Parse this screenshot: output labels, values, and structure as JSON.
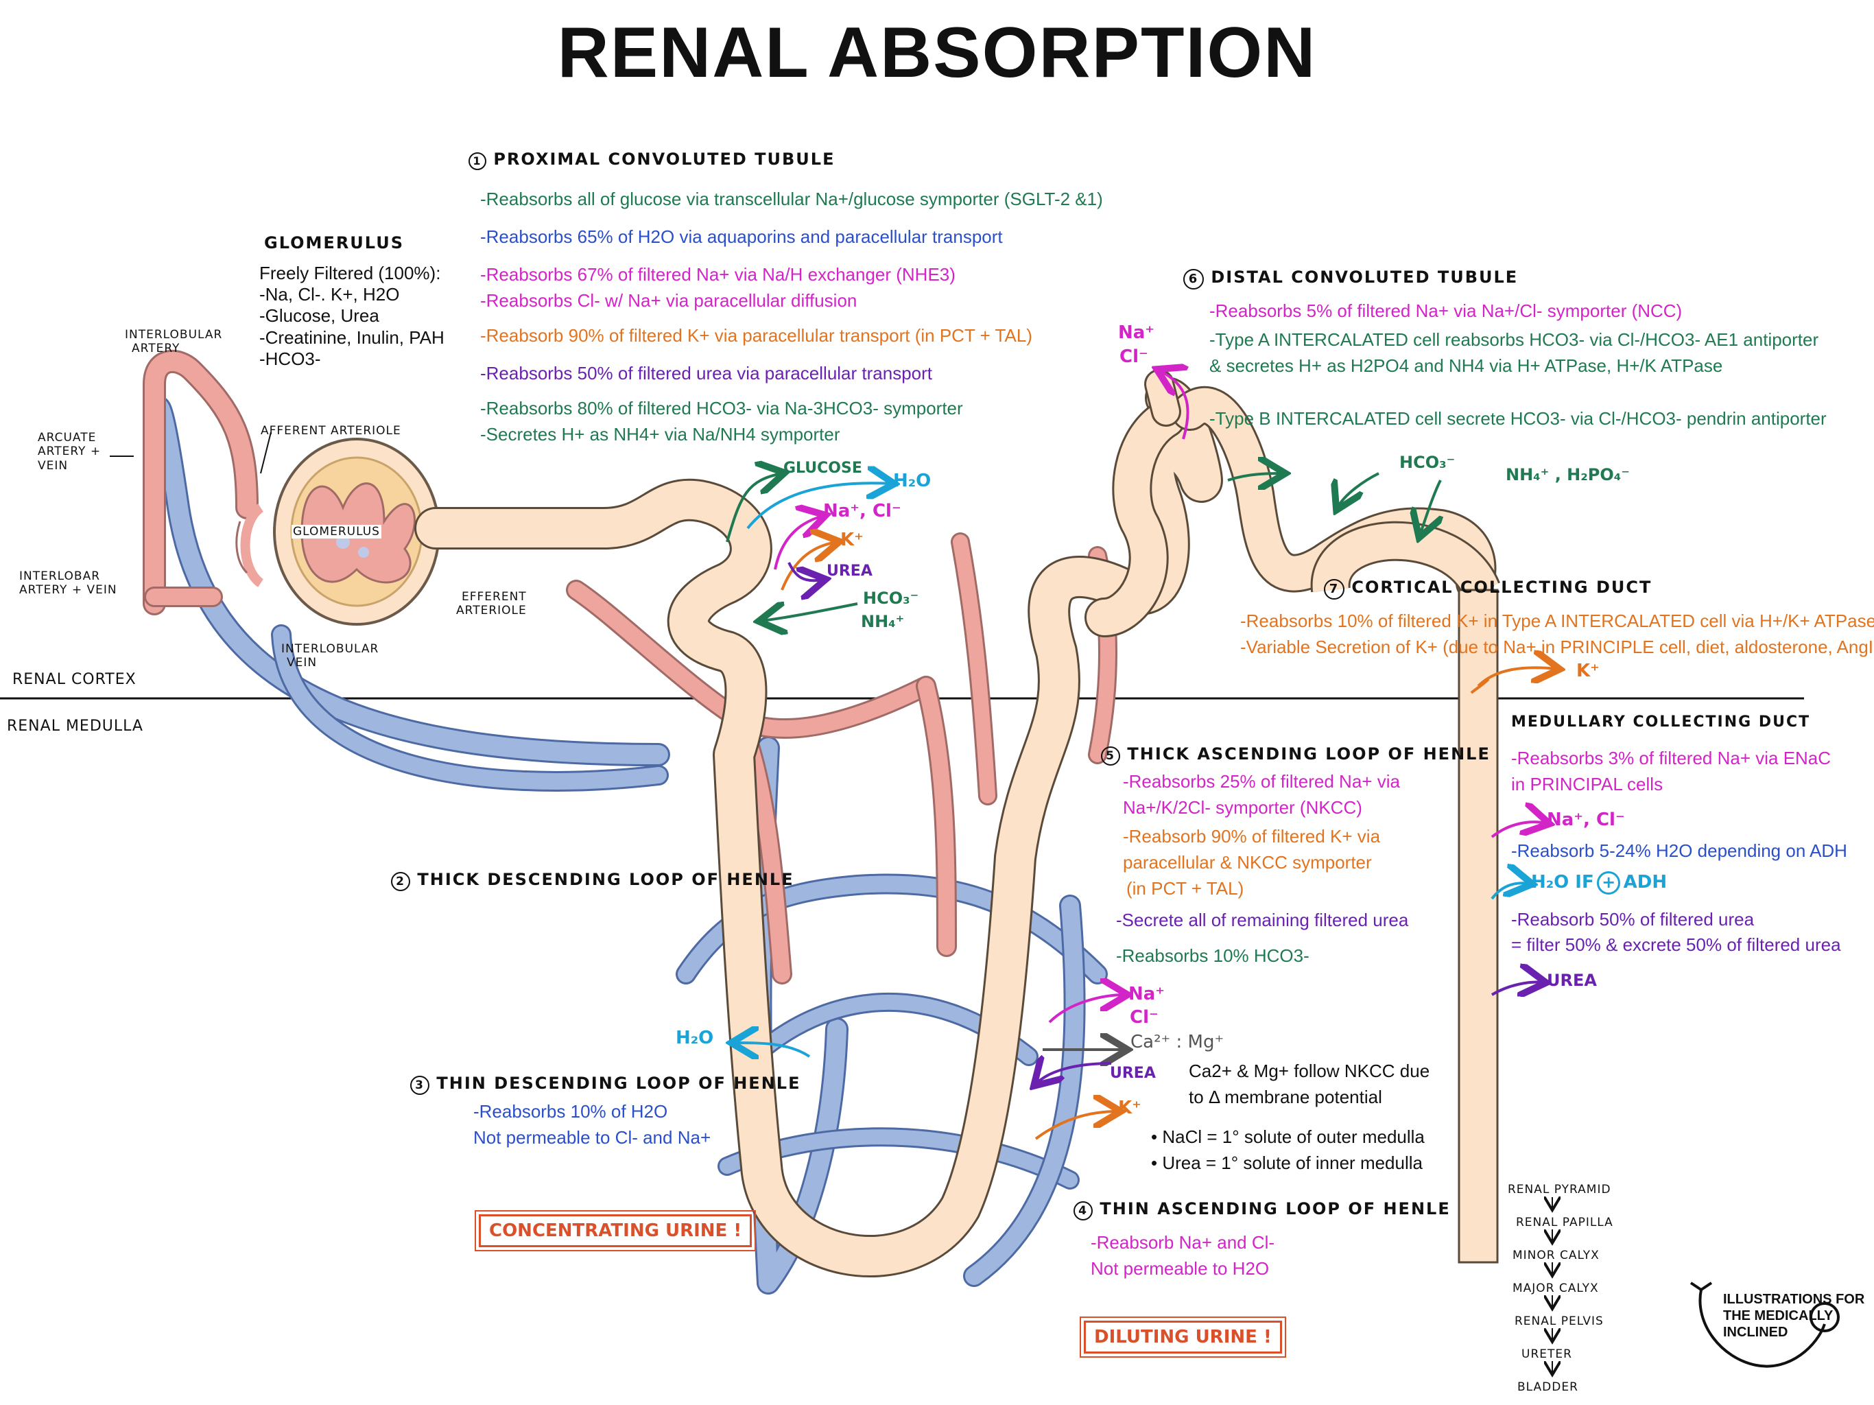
{
  "title": "RENAL ABSORPTION",
  "colors": {
    "tubule": "#fbe2c8",
    "artery": "#eea59e",
    "vein": "#9fb6de",
    "teal": "#1f7a52",
    "blue": "#2a4fc9",
    "magenta": "#d324c8",
    "orange": "#e2741f",
    "purple": "#6a21b0",
    "cyan": "#1aa3d6",
    "red": "#d9502a"
  },
  "zones": {
    "cortex": "RENAL CORTEX",
    "medulla": "RENAL MEDULLA"
  },
  "vessels": {
    "interlobular_artery": [
      "INTERLOBULAR",
      "ARTERY"
    ],
    "arcuate": [
      "ARCUATE",
      "ARTERY +",
      "VEIN"
    ],
    "interlobar": [
      "INTERLOBAR",
      "ARTERY + VEIN"
    ],
    "afferent": "AFFERENT ARTERIOLE",
    "glomerulus_label": "GLOMERULUS",
    "efferent": [
      "EFFERENT",
      "ARTERIOLE"
    ],
    "interlobular_vein": [
      "INTERLOBULAR",
      "VEIN"
    ]
  },
  "glomerulus": {
    "heading": "GLOMERULUS",
    "lines": [
      "Freely Filtered (100%):",
      "-Na, Cl-. K+, H2O",
      "-Glucose, Urea",
      "-Creatinine, Inulin, PAH",
      "-HCO3-"
    ]
  },
  "pct": {
    "num": "1",
    "heading": "PROXIMAL CONVOLUTED TUBULE",
    "lines": [
      "-Reabsorbs all of glucose via transcellular Na+/glucose symporter (SGLT-2 &1)",
      "-Reabsorbs 65% of H2O via aquaporins and paracellular transport",
      "-Reabsorbs 67% of filtered Na+ via Na/H exchanger (NHE3)",
      "-Reabsorbs Cl- w/ Na+ via paracellular diffusion",
      "-Reabsorb 90% of filtered K+ via paracellular transport (in PCT + TAL)",
      "-Reabsorbs 50% of filtered urea via paracellular transport",
      "-Reabsorbs 80% of filtered HCO3- via Na-3HCO3- symporter",
      "-Secretes H+ as NH4+ via Na/NH4 symporter"
    ],
    "ions": {
      "glucose": "GLUCOSE",
      "h2o": "H₂O",
      "nacl": "Na⁺, Cl⁻",
      "k": "K⁺",
      "urea": "UREA",
      "hco3": "HCO₃⁻",
      "nh4": "NH₄⁺"
    }
  },
  "dct": {
    "num": "6",
    "heading": "DISTAL CONVOLUTED TUBULE",
    "lines": [
      "-Reabsorbs 5% of filtered Na+ via Na+/Cl- symporter (NCC)",
      "-Type A INTERCALATED cell reabsorbs HCO3- via Cl-/HCO3- AE1 antiporter",
      "& secretes H+ as H2PO4 and NH4 via H+ ATPase, H+/K ATPase",
      "-Type B INTERCALATED cell secrete HCO3- via Cl-/HCO3- pendrin antiporter"
    ],
    "ions": {
      "na": "Na⁺",
      "cl": "Cl⁻",
      "hco3": "HCO₃⁻",
      "nh4": "NH₄⁺ , H₂PO₄⁻"
    }
  },
  "ccd": {
    "num": "7",
    "heading": "CORTICAL COLLECTING DUCT",
    "lines": [
      "-Reabsorbs 10% of filtered K+ in Type A INTERCALATED cell via H+/K+ ATPase",
      "-Variable Secretion of K+ (due to Na+ in PRINCIPLE cell, diet, aldosterone, AngII)"
    ],
    "ion_k": "K⁺"
  },
  "mcd": {
    "heading": "MEDULLARY COLLECTING DUCT",
    "lines": [
      "-Reabsorbs 3% of filtered Na+ via ENaC",
      "in PRINCIPAL cells",
      "-Reabsorb 5-24% H2O depending on ADH",
      "-Reabsorb 50% of filtered urea",
      "= filter 50% & excrete 50% of filtered urea"
    ],
    "ions": {
      "nacl": "Na⁺, Cl⁻",
      "h2o": "H₂O IF",
      "plus": "+",
      "adh": "ADH",
      "urea": "UREA"
    }
  },
  "tdl_thick": {
    "num": "2",
    "heading": "THICK DESCENDING LOOP OF HENLE"
  },
  "tdl_thin": {
    "num": "3",
    "heading": "THIN DESCENDING LOOP OF HENLE",
    "lines": [
      "-Reabsorbs 10% of H2O",
      "Not permeable to Cl- and Na+"
    ],
    "ion_h2o": "H₂O"
  },
  "tal": {
    "num": "5",
    "heading": "THICK ASCENDING LOOP OF HENLE",
    "lines": [
      "-Reabsorbs 25% of filtered Na+ via",
      "Na+/K/2Cl- symporter (NKCC)",
      "-Reabsorb 90% of filtered K+ via",
      "paracellular & NKCC symporter",
      "(in PCT + TAL)",
      "-Secrete all of remaining filtered urea",
      "-Reabsorbs 10% HCO3-"
    ],
    "ions": {
      "na": "Na⁺",
      "cl": "Cl⁻",
      "camg": "Ca²⁺ : Mg⁺",
      "urea": "UREA",
      "k": "K⁺"
    },
    "note": [
      "Ca2+ & Mg+ follow NKCC due",
      "to Δ membrane potential"
    ],
    "bullets": [
      "• NaCl = 1° solute of outer medulla",
      "• Urea = 1° solute of inner medulla"
    ]
  },
  "tal_thin": {
    "num": "4",
    "heading": "THIN ASCENDING LOOP OF HENLE",
    "lines": [
      "-Reabsorb Na+ and Cl-",
      "Not permeable to H2O"
    ]
  },
  "badges": {
    "concentrating": "CONCENTRATING URINE !",
    "diluting": "DILUTING URINE !"
  },
  "pathway": [
    "RENAL PYRAMID",
    "RENAL PAPILLA",
    "MINOR CALYX",
    "MAJOR CALYX",
    "RENAL PELVIS",
    "URETER",
    "BLADDER"
  ],
  "logo": [
    "ILLUSTRATIONS FOR",
    "THE MEDICALLY",
    "INCLINED"
  ]
}
